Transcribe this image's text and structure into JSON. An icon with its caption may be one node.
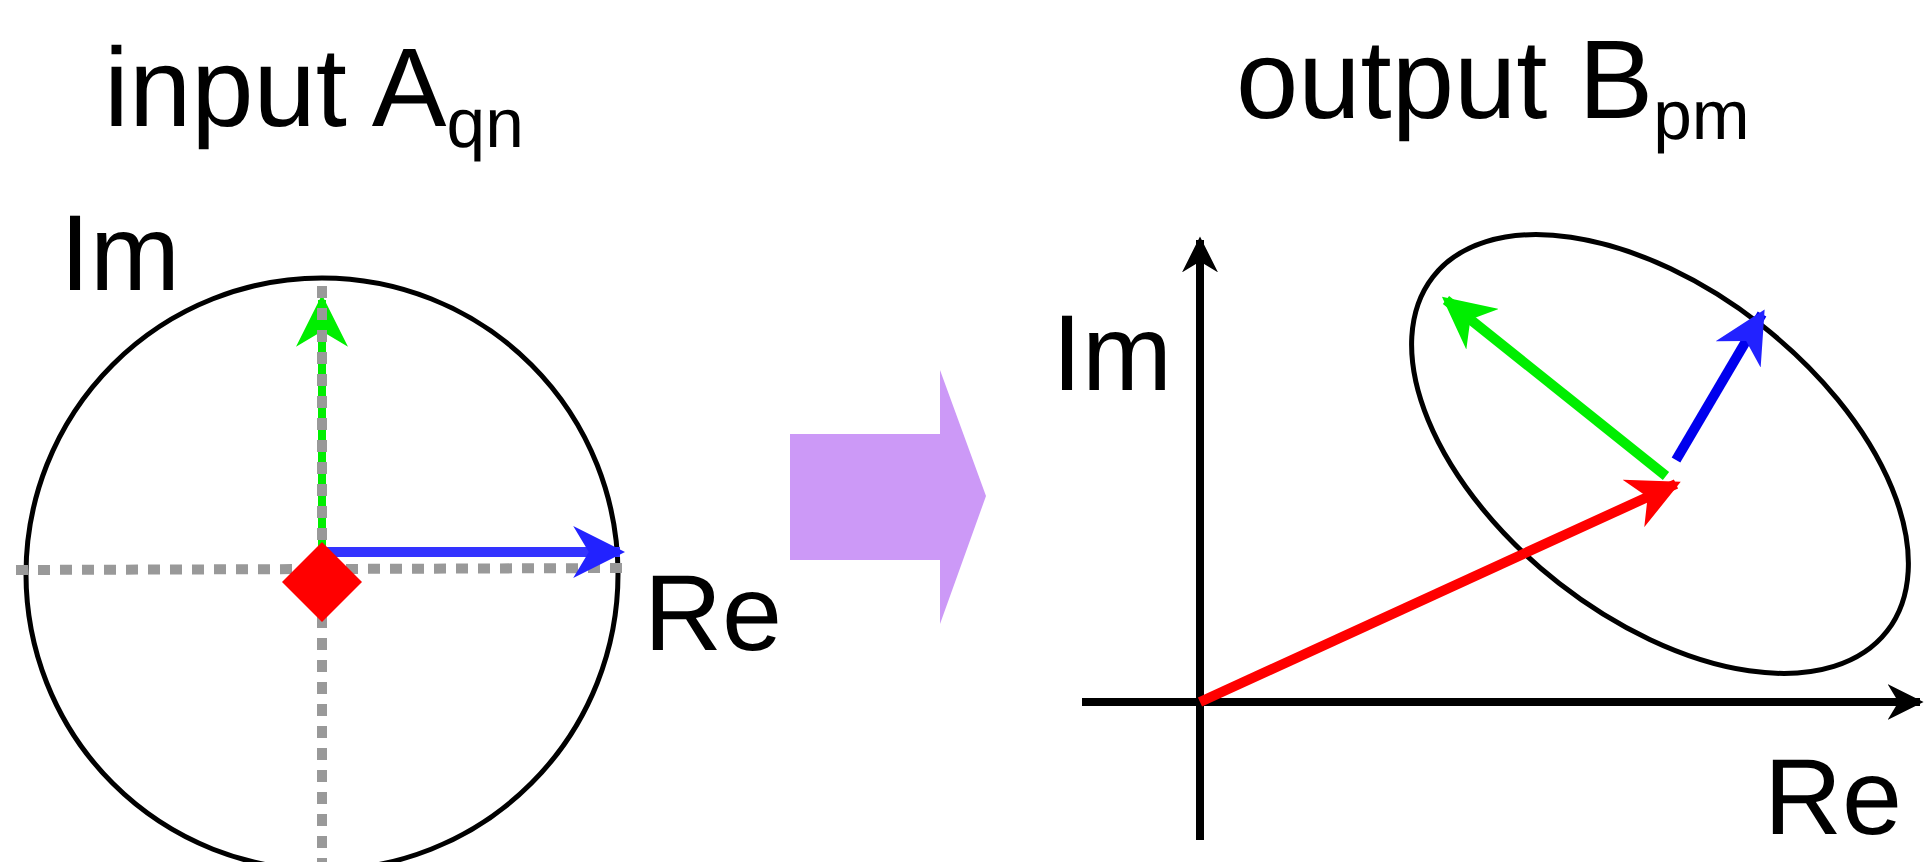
{
  "diagram": {
    "labels": [
      "input A$_{qn}$",
      "Im",
      "Re",
      "output B$_{pm}$",
      "Im",
      "Re"
    ]
  }
}
